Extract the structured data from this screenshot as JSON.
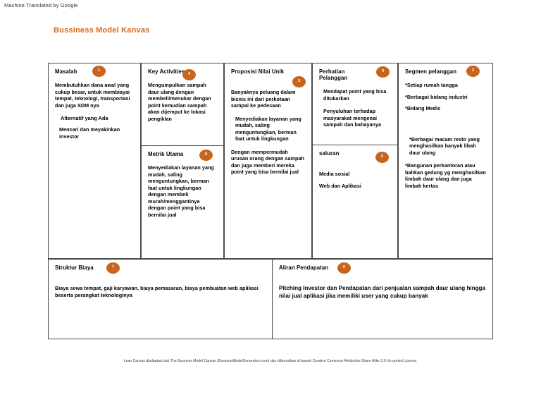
{
  "page": {
    "machine_translated_note": "Machine Translated by Google",
    "title": "Bussiness Model Kanvas",
    "accent_color": "#c8641e",
    "title_color": "#d4691e",
    "footer": "Lean Canvas diadaptasi dari The Business Model Canvas (BusinessModelGeneration.com) dan dilisensikan di bawah Creative Commons Attribution-Share Alike 3.0 Un-ported License."
  },
  "blocks": {
    "masalah": {
      "title": "Masalah",
      "badge": "1",
      "body": "Membutuhkan dana awal yang cukup besar, untuk membiayai tempat, teknologi, transportasi dan juga SDM nya",
      "alternatif_title": "Alternatif yang Ada",
      "alternatif_body": "Mencari dan meyakinkan investor"
    },
    "key_activities": {
      "title": "Key Activities",
      "badge": "4",
      "body": "Mengumpulkan sampah daur ulang dengan membeli/menukar dengan point kemudian sampah akan dijemput ke lokasi pengiklan"
    },
    "metrik_utama": {
      "title": "Metrik Utama",
      "badge": "8",
      "body": "Menyediakan layanan yang mudah, saling menguntungkan, berman faat untuk lingkungan dengan membeli murah/menggantinya dengan point yang bisa bernilai jual"
    },
    "proposisi": {
      "title": "Proposisi Nilai Unik",
      "badge": "3",
      "body1": "Banyaknya peluang dalam bisnis ini dari perkotaan sampai ke pedesaan",
      "body2": "Menyediakan layanan yang mudah, saling menguntungkan, berman faat untuk lingkungan",
      "body3": "Dengan mempermudah urusan orang dengan sampah dan juga memberi mereka point yang bisa bernilai jual"
    },
    "perhatian_pelanggan": {
      "title": "Perhatian Pelanggan",
      "badge": "9",
      "body1": "Mendapat point yang bisa ditukarkan",
      "body2": "Penyuluhan terhadap masyarakat mengenai sampah dan bahayanya"
    },
    "saluran": {
      "title": "saluran",
      "badge": "5",
      "body1": "Media sosial",
      "body2": "Web dan Aplikasi"
    },
    "segmen_pelanggan": {
      "title": "Segmen pelanggan",
      "badge": "2",
      "item1": "*Setiap rumah tangga",
      "item2": "*Berbagai bidang industri",
      "item3": "*Bidang Medis",
      "item4": "*Berbagai macam resto yang menghasilkan banyak libah daur ulang",
      "item5": "*Bangunan perkantoran atau bahkan gedung yg menghasilkan limbah daur ulang dan juga limbah kertas"
    },
    "struktur_biaya": {
      "title": "Struktur Biaya",
      "badge": "7",
      "body": "Biaya sewa tempat, gaji karyawan, biaya pemasaran, biaya pembuatan web aplikasi beserta perangkat teknologinya"
    },
    "aliran_pendapatan": {
      "title": "Aliran Pendapatan",
      "badge": "6",
      "body": "Pitching Investor dan Pendapatan dari penjualan sampah daur ulang hingga nilai jual aplikasi jika memiliki user yang cukup banyak"
    }
  }
}
